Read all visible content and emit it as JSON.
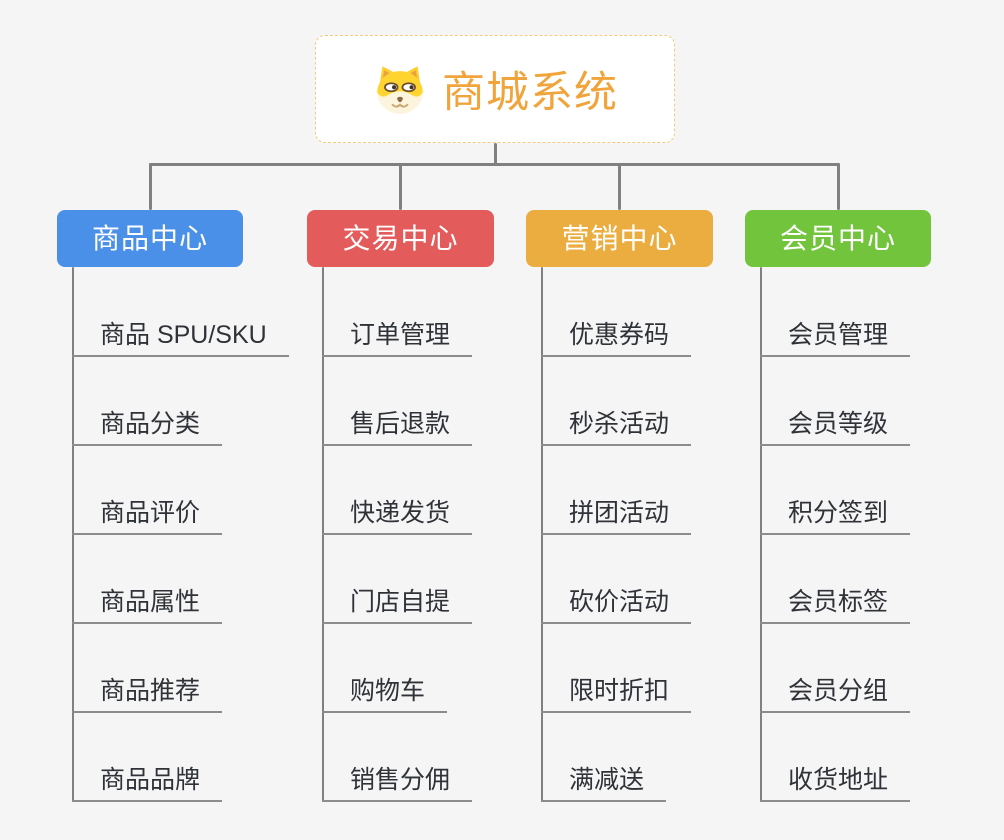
{
  "colors": {
    "background": "#f5f5f5",
    "connector": "#808080",
    "underline": "#8c8c8c",
    "child_text": "#2f3338"
  },
  "root": {
    "title": "商城系统",
    "title_color": "#f0a43b",
    "border_color": "#f7c87e",
    "background": "#ffffff",
    "icon": "dog-face-icon"
  },
  "branches": [
    {
      "id": "product-center",
      "label": "商品中心",
      "color": "#4b90e8",
      "children": [
        "商品 SPU/SKU",
        "商品分类",
        "商品评价",
        "商品属性",
        "商品推荐",
        "商品品牌"
      ]
    },
    {
      "id": "trade-center",
      "label": "交易中心",
      "color": "#e45b5b",
      "children": [
        "订单管理",
        "售后退款",
        "快递发货",
        "门店自提",
        "购物车",
        "销售分佣"
      ]
    },
    {
      "id": "marketing-center",
      "label": "营销中心",
      "color": "#ecad40",
      "children": [
        "优惠券码",
        "秒杀活动",
        "拼团活动",
        "砍价活动",
        "限时折扣",
        "满减送"
      ]
    },
    {
      "id": "member-center",
      "label": "会员中心",
      "color": "#72c43c",
      "children": [
        "会员管理",
        "会员等级",
        "积分签到",
        "会员标签",
        "会员分组",
        "收货地址"
      ]
    }
  ]
}
